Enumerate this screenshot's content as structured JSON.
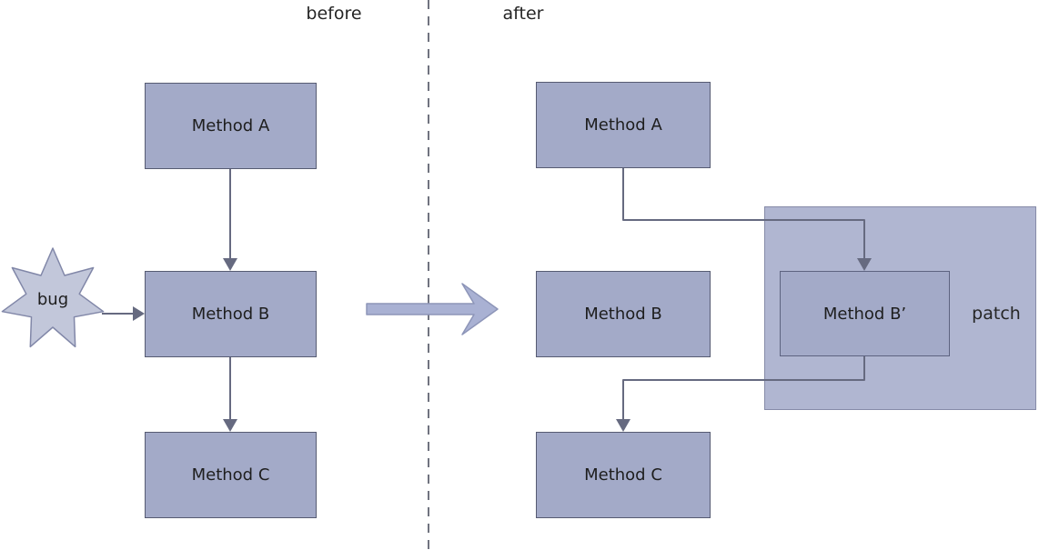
{
  "labels": {
    "before": "before",
    "after": "after",
    "patch": "patch",
    "bug": "bug"
  },
  "before": {
    "method_a": "Method A",
    "method_b": "Method B",
    "method_c": "Method C"
  },
  "after": {
    "method_a": "Method A",
    "method_b": "Method B",
    "method_b_prime": "Method B’",
    "method_c": "Method C"
  },
  "colors": {
    "node_fill": "#a3aac8",
    "node_border": "#565b72",
    "patch_fill": "#b0b6d1",
    "patch_border": "#868ba8",
    "star_fill": "#c2c7da",
    "star_border": "#8187a8",
    "big_arrow_fill": "#a9b1d3",
    "big_arrow_border": "#8d95b8",
    "connector": "#666a80",
    "divider": "#70737f",
    "text": "#1e1e1e"
  }
}
